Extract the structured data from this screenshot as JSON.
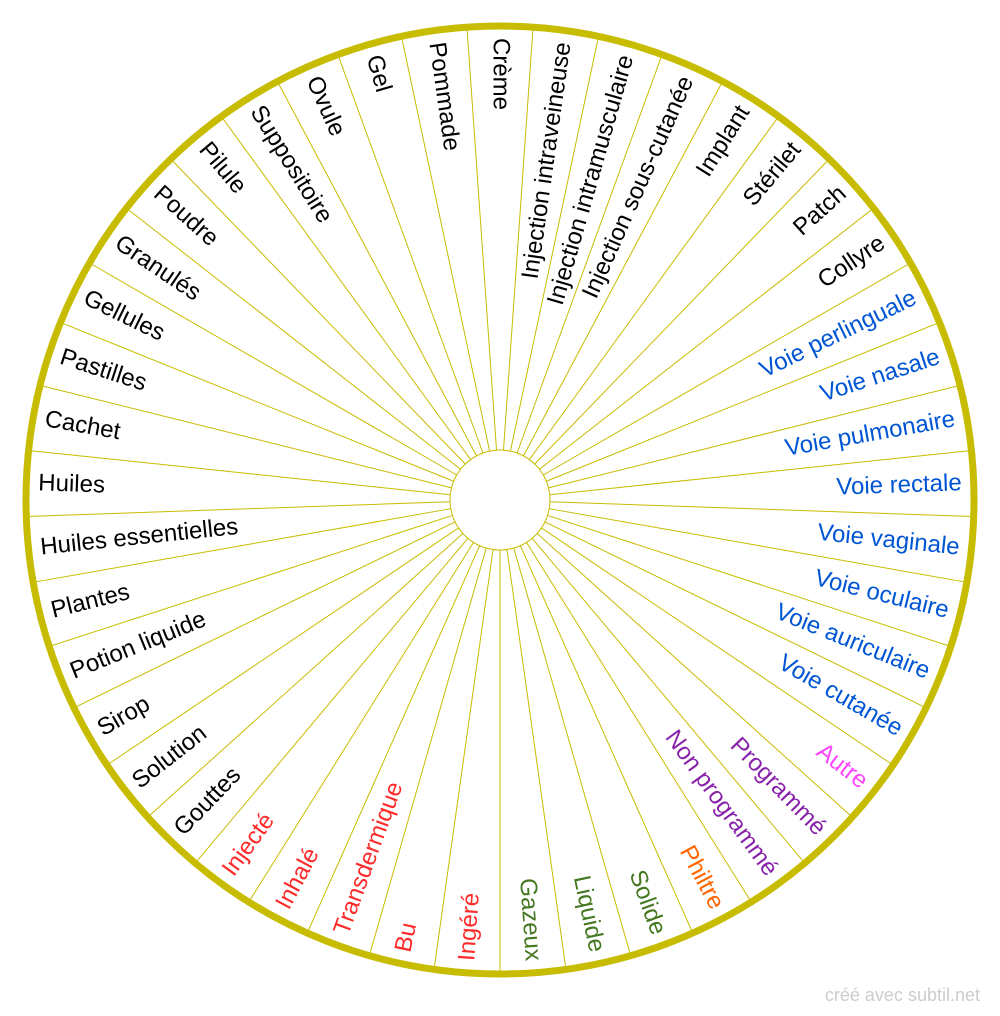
{
  "colors": {
    "ring": "#c8bc00",
    "spoke": "#c8bc00",
    "black": "#000000",
    "blue": "#0055d4",
    "magenta": "#ff44ff",
    "purple": "#8822aa",
    "orange": "#ff6600",
    "green": "#447821",
    "red": "#ff2a2a"
  },
  "segments": [
    {
      "label": "Crème",
      "color": "black"
    },
    {
      "label": "Injection intraveineuse",
      "color": "black"
    },
    {
      "label": "Injection intramusculaire",
      "color": "black"
    },
    {
      "label": "Injection sous-cutanée",
      "color": "black"
    },
    {
      "label": "Implant",
      "color": "black"
    },
    {
      "label": "Stérilet",
      "color": "black"
    },
    {
      "label": "Patch",
      "color": "black"
    },
    {
      "label": "Collyre",
      "color": "black"
    },
    {
      "label": "Voie perlinguale",
      "color": "blue"
    },
    {
      "label": "Voie nasale",
      "color": "blue"
    },
    {
      "label": "Voie pulmonaire",
      "color": "blue"
    },
    {
      "label": "Voie rectale",
      "color": "blue"
    },
    {
      "label": "Voie vaginale",
      "color": "blue"
    },
    {
      "label": "Voie oculaire",
      "color": "blue"
    },
    {
      "label": "Voie auriculaire",
      "color": "blue"
    },
    {
      "label": "Voie cutanée",
      "color": "blue"
    },
    {
      "label": "Autre",
      "color": "magenta"
    },
    {
      "label": "Programmé",
      "color": "purple"
    },
    {
      "label": "Non programmé",
      "color": "purple"
    },
    {
      "label": "Philtre",
      "color": "orange"
    },
    {
      "label": "Solide",
      "color": "green"
    },
    {
      "label": "Liquide",
      "color": "green"
    },
    {
      "label": "Gazeux",
      "color": "green"
    },
    {
      "label": "Ingéré",
      "color": "red"
    },
    {
      "label": "Bu",
      "color": "red"
    },
    {
      "label": "Transdermique",
      "color": "red"
    },
    {
      "label": "Inhalé",
      "color": "red"
    },
    {
      "label": "Injecté",
      "color": "red"
    },
    {
      "label": "Gouttes",
      "color": "black"
    },
    {
      "label": "Solution",
      "color": "black"
    },
    {
      "label": "Sirop",
      "color": "black"
    },
    {
      "label": "Potion liquide",
      "color": "black"
    },
    {
      "label": "Plantes",
      "color": "black"
    },
    {
      "label": "Huiles essentielles",
      "color": "black"
    },
    {
      "label": "Huiles",
      "color": "black"
    },
    {
      "label": "Cachet",
      "color": "black"
    },
    {
      "label": "Pastilles",
      "color": "black"
    },
    {
      "label": "Gellules",
      "color": "black"
    },
    {
      "label": "Granulés",
      "color": "black"
    },
    {
      "label": "Poudre",
      "color": "black"
    },
    {
      "label": "Pilule",
      "color": "black"
    },
    {
      "label": "Suppositoire",
      "color": "black"
    },
    {
      "label": "Ovule",
      "color": "black"
    },
    {
      "label": "Gel",
      "color": "black"
    },
    {
      "label": "Pommade",
      "color": "black"
    }
  ],
  "credit": "créé avec subtil.net"
}
